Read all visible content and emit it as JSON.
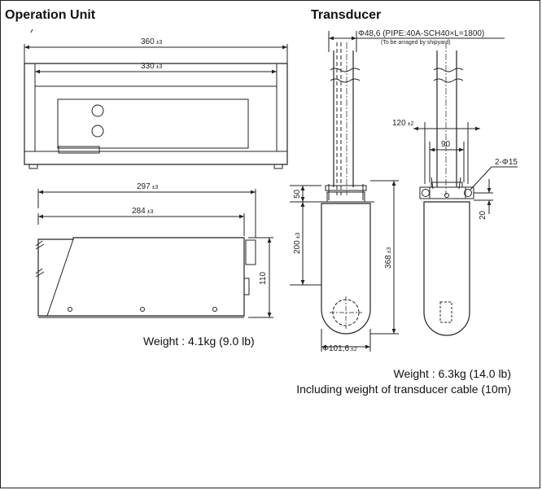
{
  "operation_unit": {
    "title": "Operation Unit",
    "dim_width_outer": "360",
    "dim_width_outer_tol": "±3",
    "dim_width_inner": "330",
    "dim_width_inner_tol": "±3",
    "dim_depth_outer": "297",
    "dim_depth_outer_tol": "±3",
    "dim_depth_inner": "284",
    "dim_depth_inner_tol": "±3",
    "dim_height": "110",
    "weight": "Weight : 4.1kg (9.0 lb)"
  },
  "transducer": {
    "title": "Transducer",
    "pipe_spec": "Φ48,6 (PIPE:40A-SCH40×L=1800)",
    "pipe_note": "(To be arraged by shipyard)",
    "dim_50": "50",
    "dim_200": "200",
    "dim_200_tol": "±3",
    "dim_368": "368",
    "dim_368_tol": "±3",
    "dim_dia": "Φ101,6",
    "dim_dia_tol": "±2",
    "dim_120": "120",
    "dim_120_tol": "±2",
    "dim_90": "90",
    "dim_holes": "2-Φ15",
    "dim_20": "20",
    "weight": "Weight : 6.3kg (14.0 lb)",
    "cable_note": "Including weight of transducer cable (10m)"
  }
}
